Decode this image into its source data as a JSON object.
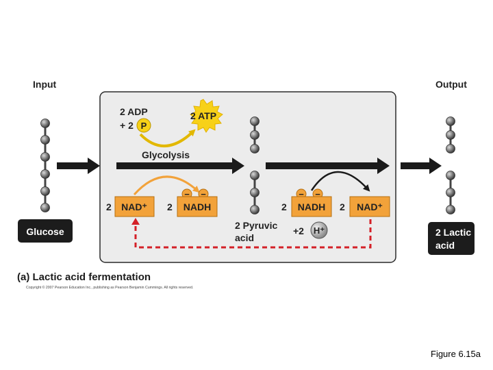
{
  "labels": {
    "input": "Input",
    "output": "Output",
    "glycolysis": "Glycolysis",
    "adp": "2 ADP",
    "phosphate_prefix": "+ 2",
    "phosphate": "P",
    "atp": "2 ATP",
    "nad_coef_left": "2",
    "nad_left": "NAD⁺",
    "nadh_coef_left": "2",
    "nadh_left": "NADH",
    "nadh_coef_right": "2",
    "nadh_right": "NADH",
    "nad_coef_right": "2",
    "nad_right": "NAD⁺",
    "pyruvic_line1": "2 Pyruvic",
    "pyruvic_line2": "acid",
    "hplus_prefix": "+2",
    "hplus": "H⁺",
    "glucose": "Glucose",
    "lactic_line1": "2 Lactic",
    "lactic_line2": "acid",
    "minus": "−"
  },
  "caption": "(a) Lactic acid fermentation",
  "copyright": "Copyright © 2007 Pearson Education Inc., publishing as Pearson Benjamin Cummings. All rights reserved.",
  "figure_label": "Figure 6.15a",
  "colors": {
    "box_fill": "#ececec",
    "orange": "#f2a23a",
    "yellow": "#f7d118",
    "arrow_black": "#1a1a1a",
    "red_dashed": "#d42027",
    "bead": "#6f6f6f",
    "label_box": "#1c1c1c"
  }
}
